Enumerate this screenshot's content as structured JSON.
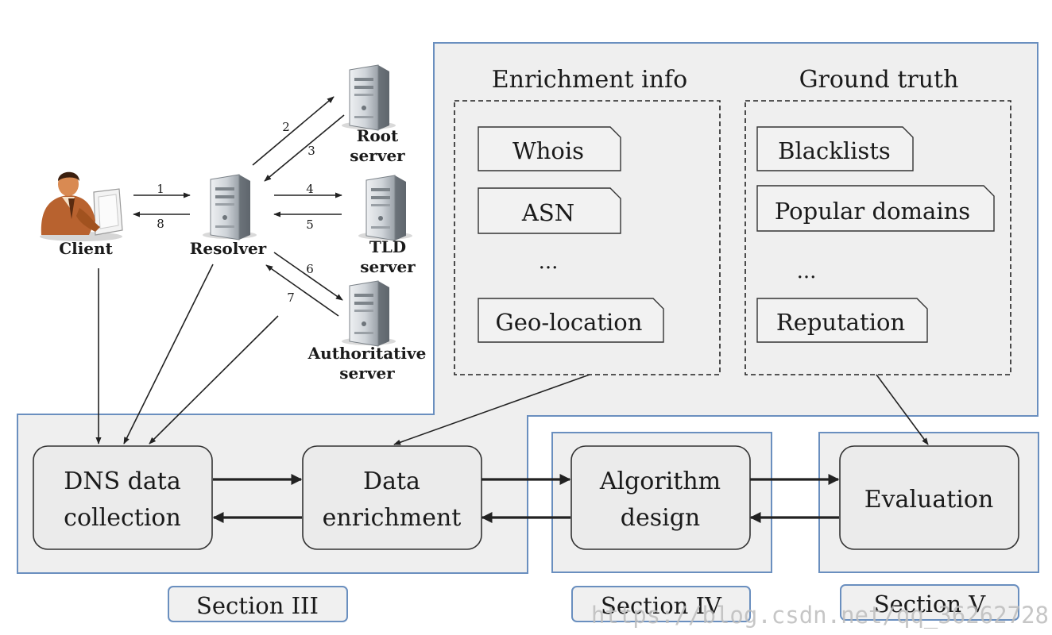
{
  "top_panel": {
    "enrichment": {
      "heading": "Enrichment info",
      "items": [
        "Whois",
        "ASN",
        "...",
        "Geo-location"
      ]
    },
    "ground_truth": {
      "heading": "Ground truth",
      "items": [
        "Blacklists",
        "Popular domains",
        "...",
        "Reputation"
      ]
    }
  },
  "dns_flow": {
    "client": "Client",
    "resolver": "Resolver",
    "root_line1": "Root",
    "root_line2": "server",
    "tld_line1": "TLD",
    "tld_line2": "server",
    "auth_line1": "Authoritative",
    "auth_line2": "server",
    "step_labels": [
      "1",
      "2",
      "3",
      "4",
      "5",
      "6",
      "7",
      "8"
    ]
  },
  "stages": {
    "dns_collection": [
      "DNS data",
      "collection"
    ],
    "enrichment": [
      "Data",
      "enrichment"
    ],
    "algorithm": [
      "Algorithm",
      "design"
    ],
    "evaluation": "Evaluation"
  },
  "sections": {
    "s3": "Section III",
    "s4": "Section IV",
    "s5": "Section V"
  },
  "watermark": "https://blog.csdn.net/qq_36262728",
  "colors": {
    "panel_fill": "#efefef",
    "panel_border": "#6a8fbf",
    "server_body": "#d4d8dc",
    "server_dark": "#8c9298",
    "client_skin": "#b8622f"
  }
}
